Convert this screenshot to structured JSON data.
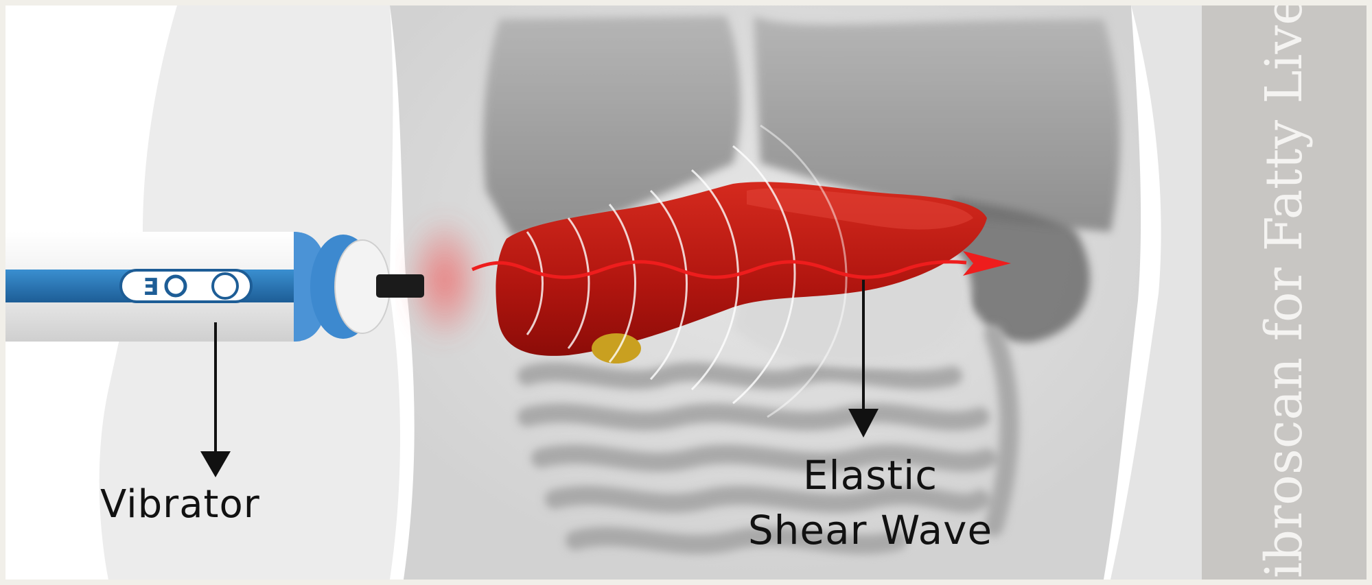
{
  "labels": {
    "vibrator": "Vibrator",
    "elastic_line1": "Elastic",
    "elastic_line2": "Shear Wave"
  },
  "sidebar": {
    "title": "Fibroscan for Fatty Liver"
  },
  "colors": {
    "liver": "#b0150f",
    "wave": "#ee1d1d",
    "probe_blue": "#2f80c3",
    "sidebar": "#c8c6c3"
  }
}
